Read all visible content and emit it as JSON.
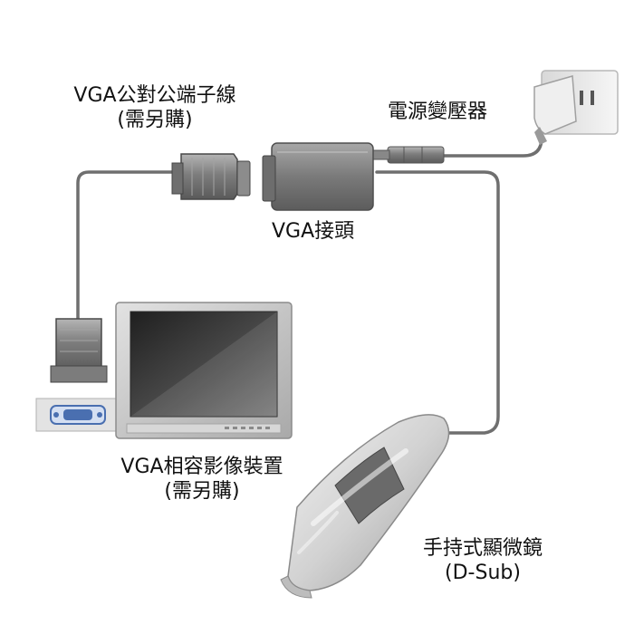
{
  "labels": {
    "vga_cable": "VGA公對公端子線",
    "vga_cable_note": "(需另購)",
    "power_adapter": "電源變壓器",
    "vga_connector": "VGA接頭",
    "display_device": "VGA相容影像裝置",
    "display_device_note": "(需另購)",
    "microscope": "手持式顯微鏡",
    "microscope_note": "(D-Sub)"
  },
  "colors": {
    "cable": "#6f6f6f",
    "device_body": "#8a8a8a",
    "monitor_frame": "#c9c9c9",
    "screen": "#3a3a3a",
    "microscope_body": "#d9d9d9",
    "microscope_band": "#6a6a6a",
    "port_blue": "#4a6fb0"
  }
}
